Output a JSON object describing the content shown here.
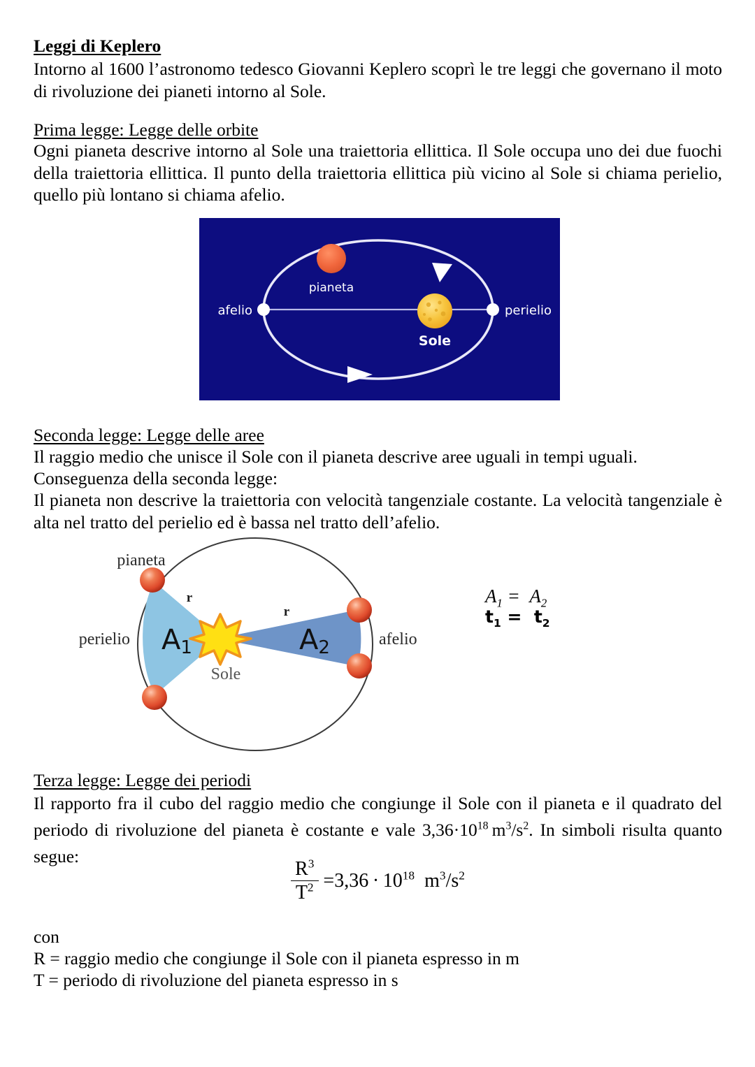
{
  "document": {
    "title": "Leggi di Keplero",
    "intro": "Intorno al 1600 l’astronomo tedesco Giovanni Keplero scoprì le tre leggi che governano il moto di rivoluzione dei pianeti intorno al Sole.",
    "sections": [
      {
        "heading": "Prima legge: Legge delle orbite",
        "body": "Ogni pianeta descrive intorno al Sole una traiettoria ellittica. Il Sole occupa uno dei due fuochi della traiettoria ellittica. Il punto della traiettoria ellittica più vicino al Sole si chiama perielio, quello più lontano si chiama afelio."
      },
      {
        "heading": "Seconda legge: Legge delle aree",
        "line1": "Il raggio medio che unisce il Sole con il pianeta descrive aree uguali in tempi uguali.",
        "line2": "Conseguenza della seconda legge:",
        "line3": "Il pianeta non descrive la traiettoria con velocità tangenziale costante. La velocità tangenziale è alta nel tratto del perielio ed è bassa nel tratto dell’afelio."
      },
      {
        "heading": "Terza legge: Legge dei periodi",
        "body_part1": "Il rapporto fra il cubo del raggio medio che congiunge il Sole con il pianeta e il quadrato del periodo di rivoluzione del pianeta è costante e vale 3,36",
        "body_middot": "·",
        "body_base": "10",
        "body_exp": "18",
        "body_unit_m": "m",
        "body_unit_m_exp": "3",
        "body_unit_slash": "/s",
        "body_unit_s_exp": "2",
        "body_part2": ". In simboli risulta quanto segue:"
      }
    ],
    "formula": {
      "numerator_base": "R",
      "numerator_exp": "3",
      "denominator_base": "T",
      "denominator_exp": "2",
      "equals": "=",
      "coefficient": "3,36",
      "middot": "·",
      "power_base": "10",
      "power_exp": "18",
      "unit_m": "m",
      "unit_m_exp": "3",
      "unit_slash": "/s",
      "unit_s_exp": "2"
    },
    "legend": {
      "con": "con",
      "R_definition": "R = raggio medio che congiunge il Sole con il pianeta espresso in m",
      "T_definition": "T = periodo di rivoluzione del pianeta espresso in s"
    }
  },
  "figure_orbit": {
    "background_color": "#0d0d80",
    "orbit_color": "#e8e8f8",
    "labels": {
      "pianeta": "pianeta",
      "afelio": "afelio",
      "perielio": "perielio",
      "sole": "Sole"
    },
    "planet_color": "#f0663c",
    "sun_color": "#f5c03a",
    "node_color": "#ffffff"
  },
  "figure_areas": {
    "labels": {
      "pianeta": "pianeta",
      "perielio": "perielio",
      "afelio": "afelio",
      "sole": "Sole",
      "r1": "r",
      "r2": "r",
      "area1": "A",
      "area1_sub": "1",
      "area2": "A",
      "area2_sub": "2"
    },
    "area1_color": "#8ec5e3",
    "area2_color": "#6e94c8",
    "planet_color": "#e0492c",
    "sun_color": "#ffe013",
    "orbit_color": "#3a3a3a"
  },
  "equations_areas": {
    "line1_left": "A",
    "line1_left_sub": "1",
    "line1_eq": "=",
    "line1_right": "A",
    "line1_right_sub": "2",
    "line2_left": "t",
    "line2_left_sub": "1",
    "line2_eq": "=",
    "line2_right": "t",
    "line2_right_sub": "2"
  }
}
